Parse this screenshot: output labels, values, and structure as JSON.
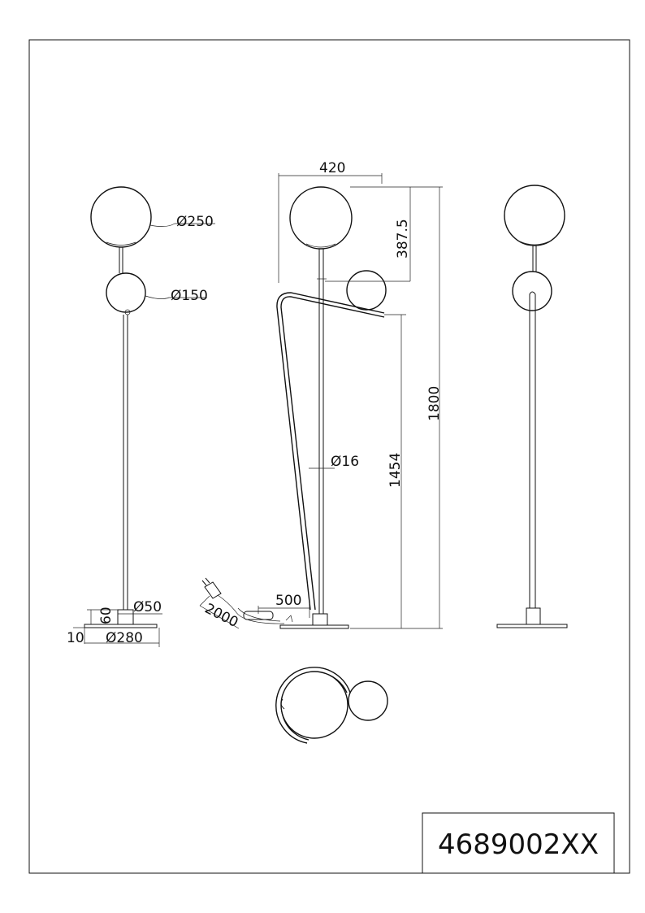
{
  "part_number": "4689002XX",
  "dimensions": {
    "globe_large_dia": "Ø250",
    "globe_small_dia": "Ø150",
    "base_stem_dia": "Ø50",
    "base_height": "60",
    "plate_thickness": "10",
    "base_plate_dia": "Ø280",
    "width": "420",
    "globe_offset": "387.5",
    "total_height": "1800",
    "arm_height": "1454",
    "tube_dia": "Ø16",
    "switch_distance": "500",
    "cable_length": "2000"
  }
}
